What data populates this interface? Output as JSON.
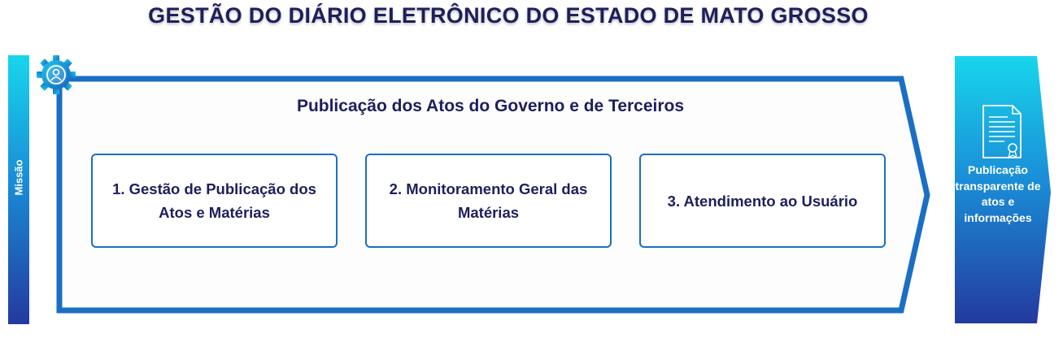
{
  "title": "GESTÃO DO DIÁRIO ELETRÔNICO DO ESTADO DE MATO GROSSO",
  "left_panel": {
    "label": "Missão"
  },
  "main": {
    "heading": "Publicação dos Atos do Governo e de Terceiros",
    "items": [
      {
        "label": "1. Gestão de Publicação dos Atos e Matérias"
      },
      {
        "label": "2. Monitoramento Geral das Matérias"
      },
      {
        "label": "3. Atendimento ao Usuário"
      }
    ]
  },
  "right_panel": {
    "label": "Publicação transparente de atos e informações"
  },
  "icons": {
    "top_left": "gear-user-icon",
    "right": "document-certificate-icon"
  },
  "colors": {
    "title_text": "#1d1f5c",
    "border_blue": "#1a6fc4",
    "gradient_top": "#18d6ec",
    "gradient_bottom": "#233a9f"
  }
}
